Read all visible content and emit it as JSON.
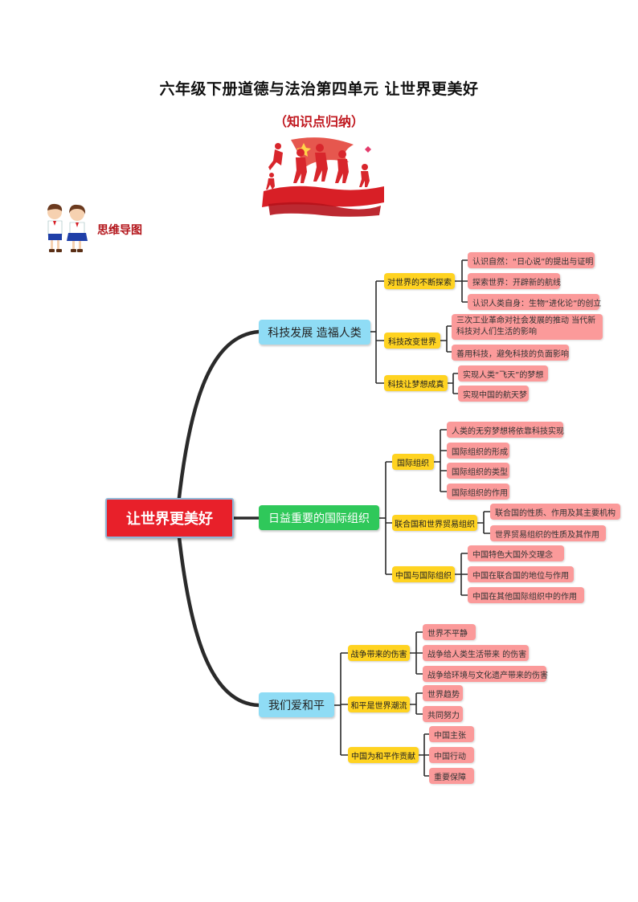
{
  "header": {
    "title": "六年级下册道德与法治第四单元  让世界更美好",
    "subtitle": "（知识点归纳）",
    "section_label": "思维导图"
  },
  "colors": {
    "root": "#e8202a",
    "level1_blue": "#8fdcf5",
    "level1_green": "#2fc85a",
    "level2": "#ffd321",
    "level3": "#fb9a9a",
    "connector": "#2a2a2a"
  },
  "mindmap": {
    "root": "让世界更美好",
    "branches": [
      {
        "label": "科技发展 造福人类",
        "children": [
          {
            "label": "对世界的不断探索",
            "children": [
              "认识自然：“日心说”的提出与证明",
              "探索世界：开辟新的航线",
              "认识人类自身：生物“进化论”的创立"
            ]
          },
          {
            "label": "科技改变世界",
            "children": [
              "三次工业革命对社会发展的推动 当代新科技对人们生活的影响",
              "善用科技，避免科技的负面影响"
            ]
          },
          {
            "label": "科技让梦想成真",
            "children": [
              "实现人类“飞天”的梦想",
              "实现中国的航天梦"
            ]
          }
        ]
      },
      {
        "label": "日益重要的国际组织",
        "children": [
          {
            "label": "国际组织",
            "children": [
              "人类的无穷梦想将依靠科技实现",
              "国际组织的形成",
              "国际组织的类型",
              "国际组织的作用"
            ]
          },
          {
            "label": "联合国和世界贸易组织",
            "children": [
              "联合国的性质、作用及其主要机构",
              "世界贸易组织的性质及其作用"
            ]
          },
          {
            "label": "中国与国际组织",
            "children": [
              "中国特色大国外交理念",
              "中国在联合国的地位与作用",
              "中国在其他国际组织中的作用"
            ]
          }
        ]
      },
      {
        "label": "我们爱和平",
        "children": [
          {
            "label": "战争带来的伤害",
            "children": [
              "世界不平静",
              "战争给人类生活带来 的伤害",
              "战争给环境与文化遗产带来的伤害"
            ]
          },
          {
            "label": "和平是世界潮流",
            "children": [
              "世界趋势",
              "共同努力"
            ]
          },
          {
            "label": "中国为和平作贡献",
            "children": [
              "中国主张",
              "中国行动",
              "重要保障"
            ]
          }
        ]
      }
    ]
  }
}
